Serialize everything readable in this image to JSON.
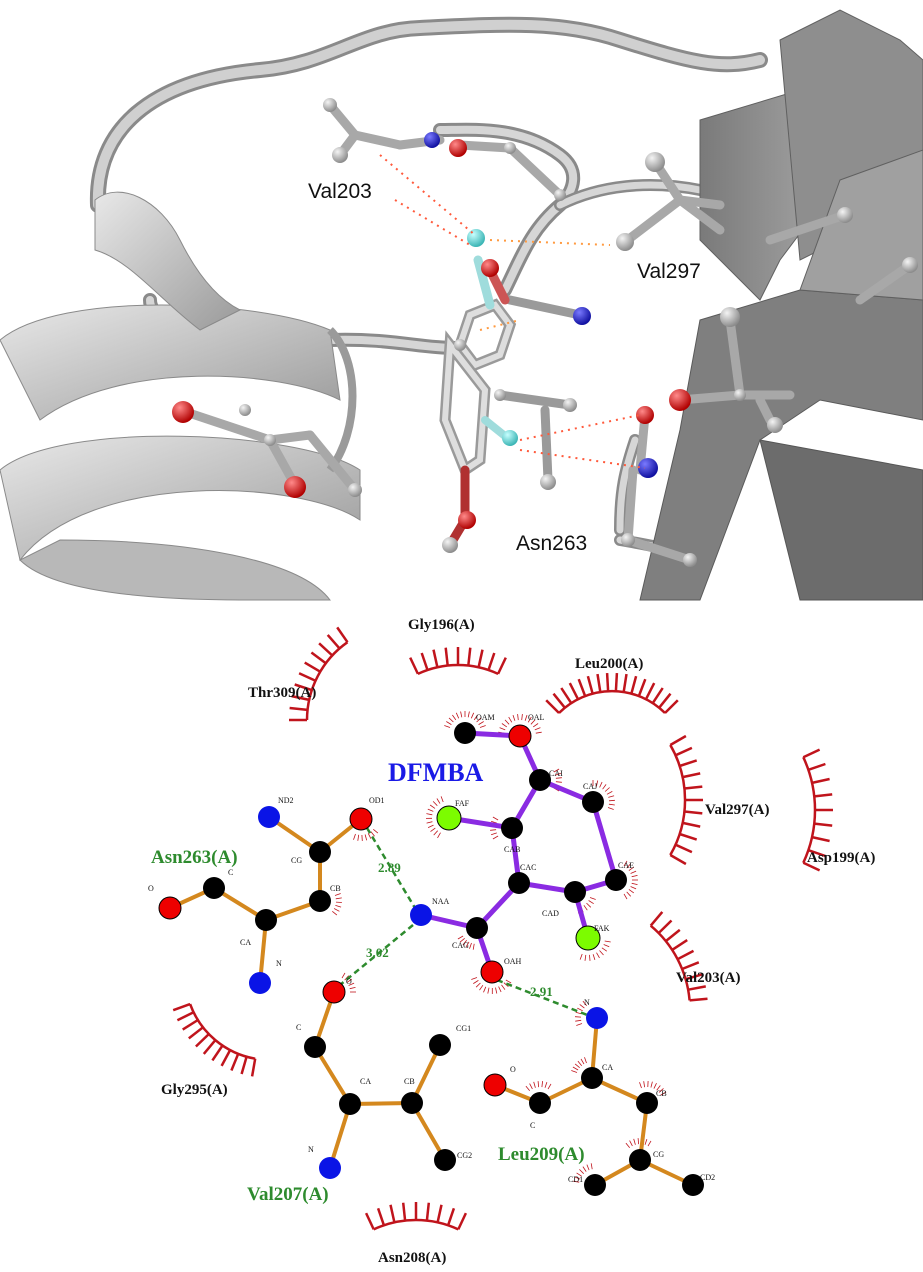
{
  "structure_view": {
    "labels": [
      {
        "key": "val203",
        "text": "Val203"
      },
      {
        "key": "val297",
        "text": "Val297"
      },
      {
        "key": "asn263",
        "text": "Asn263"
      }
    ]
  },
  "interaction_diagram": {
    "ligand_name": "DFMBA",
    "hbond_residues": [
      "Asn263(A)",
      "Val207(A)",
      "Leu209(A)"
    ],
    "hydrophobic_residues": [
      "Gly196(A)",
      "Leu200(A)",
      "Thr309(A)",
      "Val297(A)",
      "Asp199(A)",
      "Val203(A)",
      "Gly295(A)",
      "Asn208(A)"
    ],
    "atom_labels": [
      "OAM",
      "OAL",
      "CAI",
      "CAJ",
      "FAF",
      "CAB",
      "CAE",
      "CAC",
      "CAD",
      "NAA",
      "CAG",
      "FAK",
      "OAH",
      "ND2",
      "OD1",
      "CG",
      "CB",
      "C",
      "O",
      "CA",
      "N",
      "CG1",
      "CG2",
      "CD1",
      "CD2"
    ],
    "hbond_distances": [
      "2.89",
      "3.02",
      "2.91"
    ],
    "colors": {
      "ligand_bond": "#8a2be2",
      "residue_bond": "#d4881e",
      "hbond": "#2e8b2e",
      "hydrophobic_arc": "#c0141c",
      "carbon": "#000000",
      "nitrogen": "#0a14e6",
      "oxygen": "#ee0000",
      "fluorine": "#7cfc00",
      "ligand_label": "#1a1ae6",
      "hbond_residue_label": "#2e8b2e"
    }
  }
}
